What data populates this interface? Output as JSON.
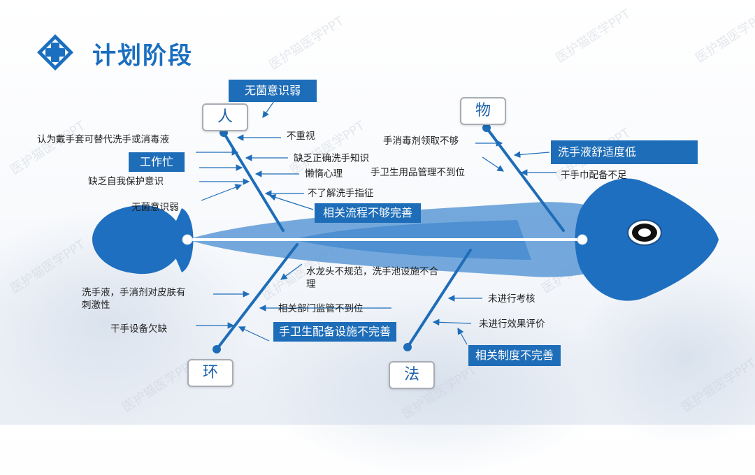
{
  "page": {
    "title": "计划阶段"
  },
  "watermark": {
    "text": "医护猫医学PPT"
  },
  "colors": {
    "accent": "#1e6db8",
    "fish_body": "#1f6fc0",
    "fish_light": "#4c90d4",
    "spine": "#ffffff"
  },
  "categories": {
    "people": "人",
    "material": "物",
    "environment": "环",
    "method": "法"
  },
  "tags": {
    "no_sterile_awareness": "无菌意识弱",
    "busy_work": "工作忙",
    "process_incomplete": "相关流程不够完善",
    "hand_lotion_comfort": "洗手液舒适度低",
    "facility_incomplete": "手卫生配备设施不完善",
    "system_incomplete": "相关制度不完善"
  },
  "labels": {
    "people_left_1": "认为戴手套可替代洗手或消毒液",
    "people_left_2": "缺乏自我保护意识",
    "people_left_3": "无菌意识弱",
    "people_right_1": "不重视",
    "people_right_2": "缺乏正确洗手知识",
    "people_right_3": "懒惰心理",
    "people_right_4": "不了解洗手指征",
    "material_left_1": "手消毒剂领取不够",
    "material_left_2": "手卫生用品管理不到位",
    "material_right_1": "干手巾配备不足",
    "env_right_1": "水龙头不规范，洗手池设施不合理",
    "env_right_2": "相关部门监管不到位",
    "env_left_1": "洗手液，手消剂对皮肤有刺激性",
    "env_left_2": "干手设备欠缺",
    "method_right_1": "未进行考核",
    "method_right_2": "未进行效果评价"
  }
}
